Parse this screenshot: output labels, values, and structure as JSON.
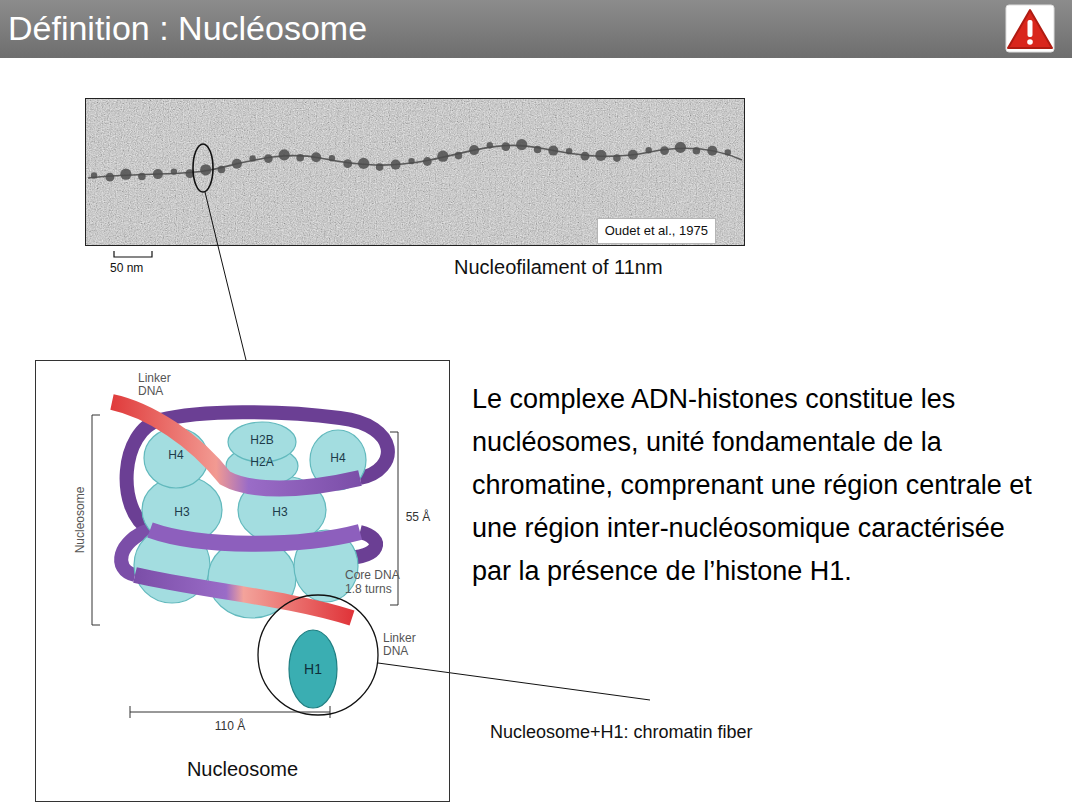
{
  "diagram": {
    "title": "Définition : Nucléosome",
    "nodes": [
      {
        "text": [
          "Nucleofilament of 11nm"
        ]
      },
      {
        "text": [
          "Oudet et al., 1975"
        ],
        "in": 0
      },
      {
        "text": [
          "Nucleosome"
        ]
      },
      {
        "text": [
          "H1"
        ],
        "in": 2
      }
    ],
    "edges": [
      {
        "from": 0,
        "to": 2,
        "arrow": "none"
      }
    ],
    "labels": [
      "50 nm",
      "Linker DNA",
      "H2B",
      "H4",
      "H2A",
      "H4",
      "H3",
      "H3",
      "Nucleosome",
      "55 Å",
      "Core DNA 1.8 turns",
      "Linker DNA",
      "110 Å",
      "Nucleosome+H1: chromatin fiber",
      "Le complexe ADN-histones constitue les nucléosomes, unité fondamentale de la chromatine, comprenant une région centrale et une région inter-nucléosomique caractérisée par la présence de l’histone H1."
    ]
  }
}
